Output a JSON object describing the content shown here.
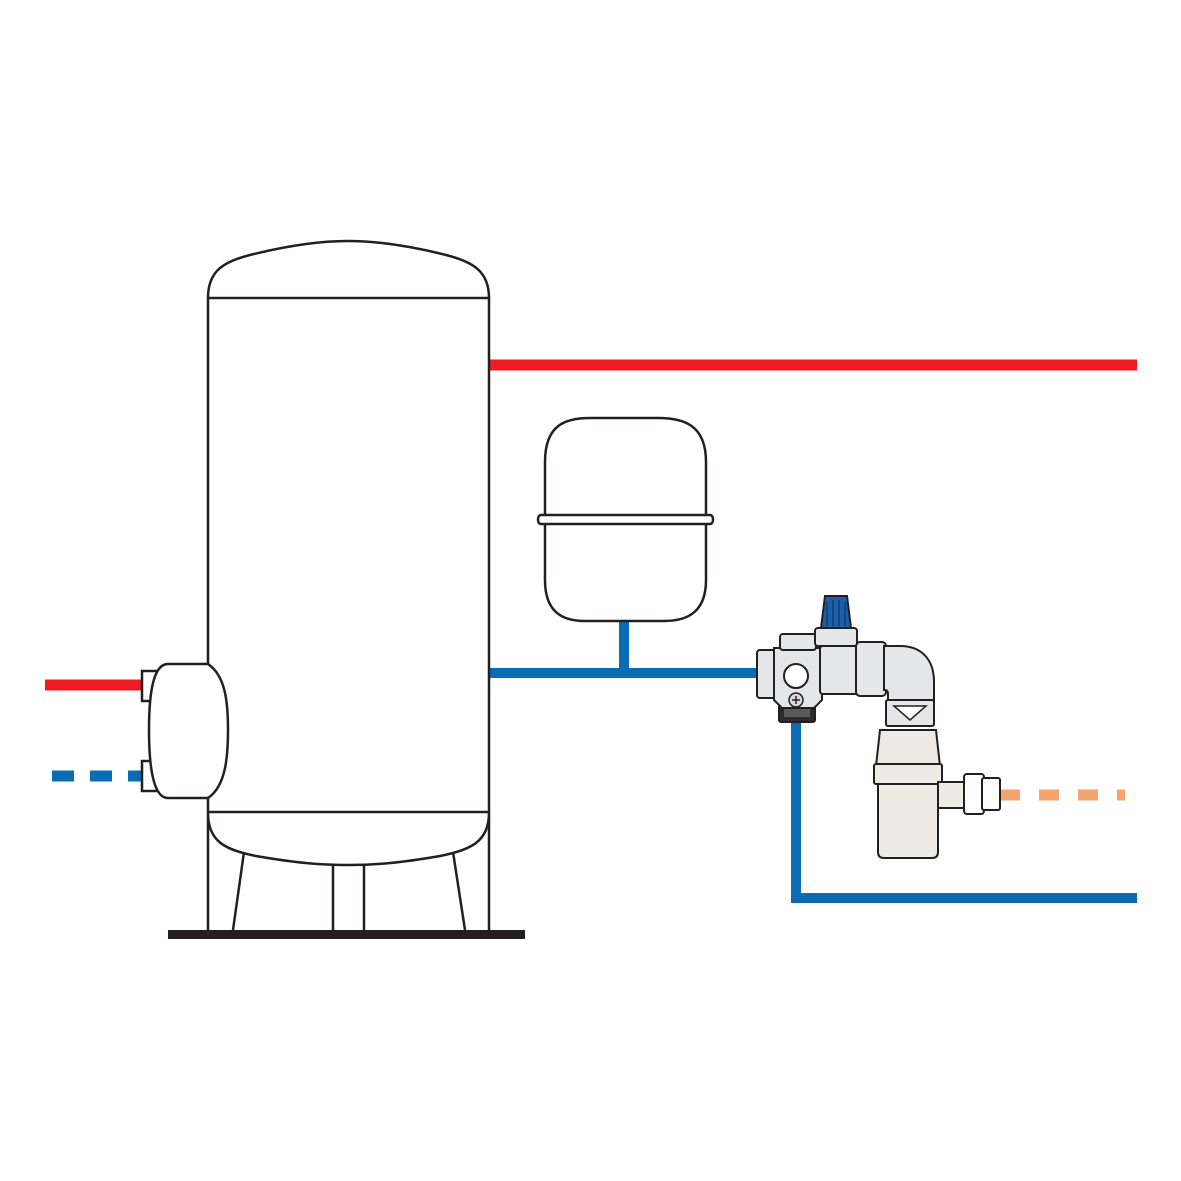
{
  "colors": {
    "background": "#ffffff",
    "outline": "#231f20",
    "hot_water": "#ed1c24",
    "cold_water": "#0a6cb5",
    "drain": "#f5a46d",
    "valve_cap": "#1c5fa8",
    "valve_body": "#e4e6e8",
    "tundish_body": "#eeebe4"
  },
  "components": [
    {
      "id": "storage-tank",
      "icon": "cylinder-tank-icon"
    },
    {
      "id": "expansion-vessel",
      "icon": "expansion-vessel-icon"
    },
    {
      "id": "inlet-control-valve",
      "icon": "valve-group-icon"
    },
    {
      "id": "tundish",
      "icon": "tundish-icon"
    },
    {
      "id": "coil-flange",
      "icon": "heat-exchanger-flange-icon"
    }
  ],
  "pipes": [
    {
      "id": "hot-water-outlet",
      "medium": "hot"
    },
    {
      "id": "cold-water-supply",
      "medium": "cold"
    },
    {
      "id": "cold-inlet-to-tank",
      "medium": "cold"
    },
    {
      "id": "primary-flow",
      "medium": "hot"
    },
    {
      "id": "primary-return",
      "medium": "cold",
      "style": "dashed"
    },
    {
      "id": "discharge-pipe",
      "medium": "drain",
      "style": "dashed"
    }
  ]
}
